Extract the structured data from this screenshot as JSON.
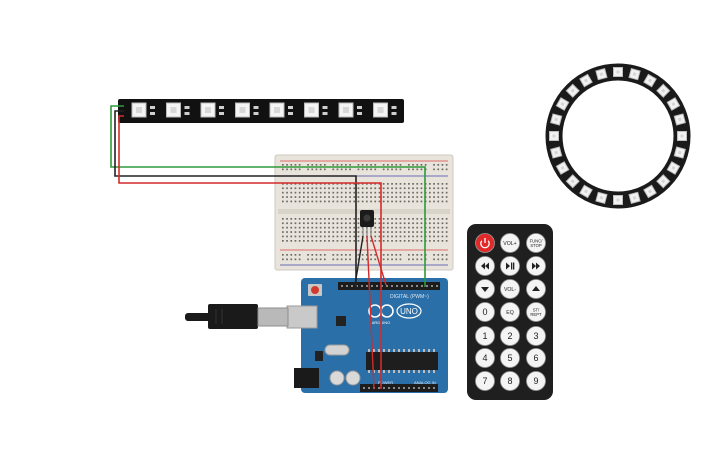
{
  "arduino": {
    "logo_text": "UNO",
    "brand_text": "ARDUINO",
    "digital_label": "DIGITAL (PWM~)",
    "power_label": "POWER",
    "analog_label": "ANALOG IN"
  },
  "remote": {
    "rows": [
      [
        {
          "text": "",
          "icon": "power-icon",
          "name": "power"
        },
        {
          "text": "VOL+",
          "name": "vol-up"
        },
        {
          "text": "FUNC/\nSTOP",
          "name": "func-stop"
        }
      ],
      [
        {
          "text": "",
          "icon": "rewind-icon",
          "name": "rewind"
        },
        {
          "text": "",
          "icon": "play-pause-icon",
          "name": "play-pause"
        },
        {
          "text": "",
          "icon": "fast-forward-icon",
          "name": "fast-forward"
        }
      ],
      [
        {
          "text": "",
          "icon": "down-arrow-icon",
          "name": "down"
        },
        {
          "text": "VOL-",
          "name": "vol-down"
        },
        {
          "text": "",
          "icon": "up-arrow-icon",
          "name": "up"
        }
      ],
      [
        {
          "text": "0",
          "name": "0"
        },
        {
          "text": "EQ",
          "name": "eq"
        },
        {
          "text": "ST/\nREPT",
          "name": "st-rept"
        }
      ],
      [
        {
          "text": "1",
          "name": "1"
        },
        {
          "text": "2",
          "name": "2"
        },
        {
          "text": "3",
          "name": "3"
        }
      ],
      [
        {
          "text": "4",
          "name": "4"
        },
        {
          "text": "5",
          "name": "5"
        },
        {
          "text": "6",
          "name": "6"
        }
      ],
      [
        {
          "text": "7",
          "name": "7"
        },
        {
          "text": "8",
          "name": "8"
        },
        {
          "text": "9",
          "name": "9"
        }
      ]
    ]
  },
  "neopixel_strip": {
    "led_count": 8
  },
  "neopixel_ring": {
    "led_count": 24
  },
  "colors": {
    "arduino_blue": "#2a6fa8",
    "remote_body": "#1f1f1f",
    "power_red": "#e02a2a",
    "wire_red": "#d42a2a",
    "wire_green": "#2e9a3a",
    "wire_black": "#222222",
    "breadboard": "#e8e4dc"
  }
}
